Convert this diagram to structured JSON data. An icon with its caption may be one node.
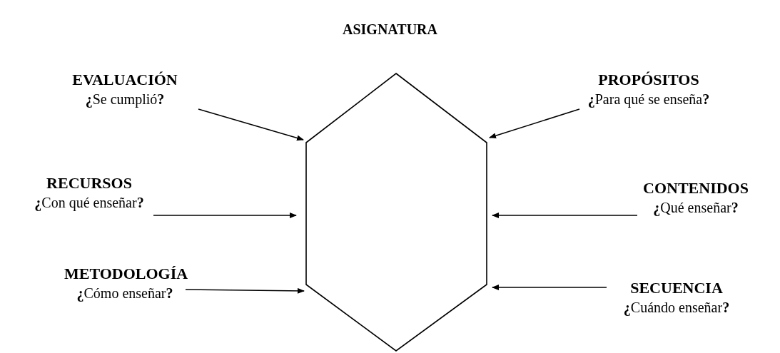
{
  "diagram": {
    "title": "ASIGNATURA",
    "nodes": [
      {
        "text": [],
        "shape": "hexagon"
      },
      {
        "text": [
          "EVALUACIÓN",
          "**¿**Se cumplió**?**"
        ]
      },
      {
        "text": [
          "PROPÓSITOS",
          "**¿**Para qué se enseña**?**"
        ]
      },
      {
        "text": [
          "RECURSOS",
          "**¿**Con qué enseñar**?**"
        ]
      },
      {
        "text": [
          "CONTENIDOS",
          "**¿**Qué enseñar**?**"
        ]
      },
      {
        "text": [
          "METODOLOGÍA",
          "**¿**Cómo enseñar**?**"
        ]
      },
      {
        "text": [
          "SECUENCIA",
          "**¿**Cuándo enseñar**?**"
        ]
      }
    ],
    "edges": [
      {
        "from": 1,
        "to": 0,
        "arrow": "to"
      },
      {
        "from": 2,
        "to": 0,
        "arrow": "to"
      },
      {
        "from": 3,
        "to": 0,
        "arrow": "to"
      },
      {
        "from": 4,
        "to": 0,
        "arrow": "to"
      },
      {
        "from": 5,
        "to": 0,
        "arrow": "to"
      },
      {
        "from": 6,
        "to": 0,
        "arrow": "to"
      }
    ]
  }
}
